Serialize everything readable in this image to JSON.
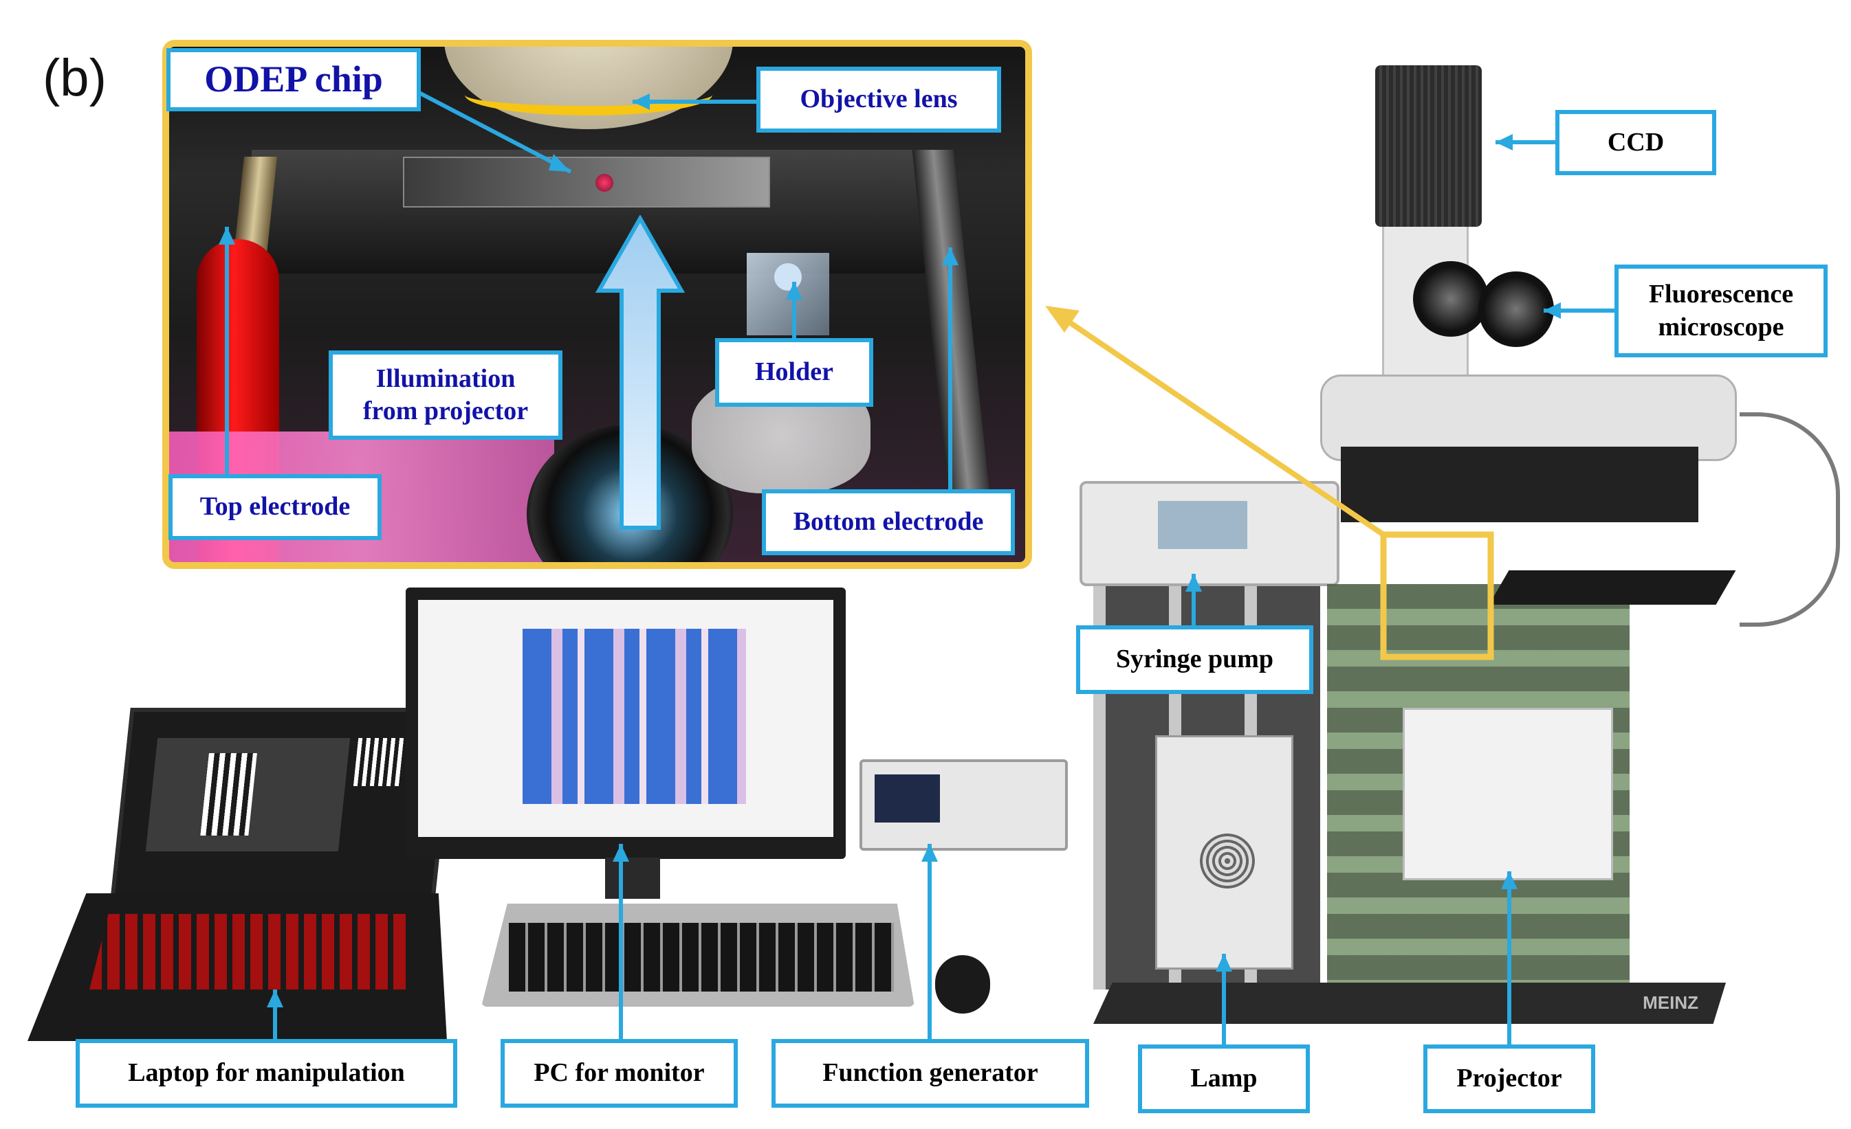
{
  "panel_letter": "(b)",
  "inset_labels": {
    "odep_chip": "ODEP chip",
    "objective_lens": "Objective lens",
    "holder": "Holder",
    "illumination_line1": "Illumination",
    "illumination_line2": "from projector",
    "top_electrode": "Top electrode",
    "bottom_electrode": "Bottom electrode"
  },
  "main_labels": {
    "ccd": "CCD",
    "fluorescence_line1": "Fluorescence",
    "fluorescence_line2": "microscope",
    "syringe_pump": "Syringe pump",
    "laptop": "Laptop for manipulation",
    "pc_monitor": "PC for monitor",
    "function_generator": "Function generator",
    "lamp": "Lamp",
    "projector": "Projector"
  },
  "equipment_brand": "MEINZ",
  "colors": {
    "callout_border": "#2aa8e0",
    "inset_text": "#1212a8",
    "highlight": "#f2c84a"
  }
}
